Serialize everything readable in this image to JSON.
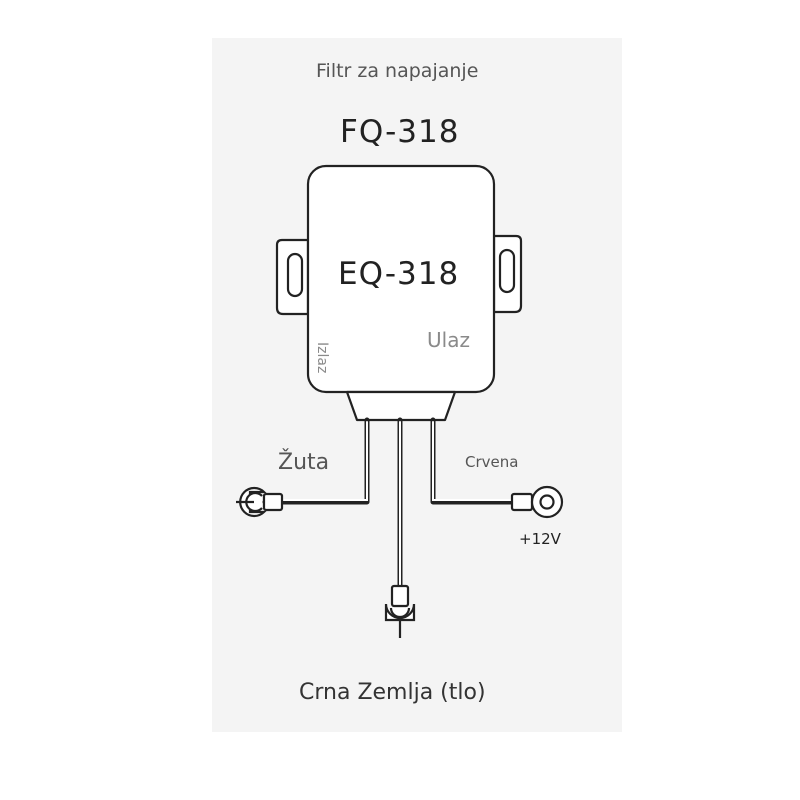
{
  "labels": {
    "subtitle": "Filtr za napajanje",
    "model_top": "FQ-318",
    "model_box": "EQ-318",
    "input": "Ulaz",
    "output": "Izlaz",
    "yellow": "Žuta",
    "red": "Crvena",
    "voltage": "+12V",
    "ground": "Crna Zemlja (tlo)"
  },
  "colors": {
    "line": "#222222",
    "fill": "#ffffff",
    "muted_text": "#8a8a8a"
  },
  "icons": [
    "fork-terminal-icon",
    "ring-terminal-icon"
  ]
}
